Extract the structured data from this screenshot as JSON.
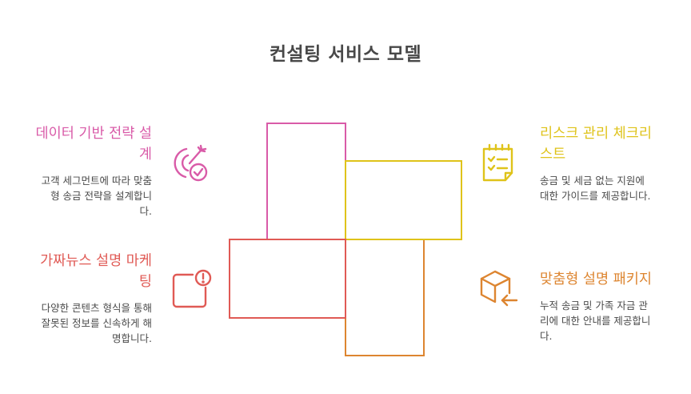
{
  "title": "컨설팅 서비스 모델",
  "colors": {
    "pink": "#D95BA8",
    "yellow": "#DFC31A",
    "red": "#E05A55",
    "orange": "#DD8530",
    "text": "#4a4a4a"
  },
  "items": [
    {
      "position": "top-left",
      "heading": "데이터 기반 전략 설계",
      "heading_lines": [
        "데이터 기반 전략 설",
        "계"
      ],
      "description": "고객 세그먼트에 따라 맞춤형 송금 전략을 설계합니다.",
      "description_lines": [
        "고객 세그먼트에 따라 맞춤",
        "형 송금 전략을 설계합니",
        "다."
      ],
      "icon": "target-check-icon",
      "color": "#D95BA8"
    },
    {
      "position": "top-right",
      "heading": "리스크 관리 체크리스트",
      "heading_lines": [
        "리스크 관리 체크리",
        "스트"
      ],
      "description": "송금 및 세금 없는 지원에 대한 가이드를 제공합니다.",
      "description_lines": [
        "송금 및 세금 없는 지원에",
        "대한 가이드를 제공합니다."
      ],
      "icon": "checklist-notepad-icon",
      "color": "#DFC31A"
    },
    {
      "position": "bottom-left",
      "heading": "가짜뉴스 설명 마케팅",
      "heading_lines": [
        "가짜뉴스 설명 마케",
        "팅"
      ],
      "description": "다양한 콘텐츠 형식을 통해 잘못된 정보를 신속하게 해명합니다.",
      "description_lines": [
        "다양한 콘텐츠 형식을 통해",
        "잘못된 정보를 신속하게 해",
        "명합니다."
      ],
      "icon": "alert-square-icon",
      "color": "#E05A55"
    },
    {
      "position": "bottom-right",
      "heading": "맞춤형 설명 패키지",
      "heading_lines": [
        "맞춤형 설명 패키지"
      ],
      "description": "누적 송금 및 가족 자금 관리에 대한 안내를 제공합니다.",
      "description_lines": [
        "누적 송금 및 가족 자금 관",
        "리에 대한 안내를 제공합니",
        "다."
      ],
      "icon": "package-arrow-icon",
      "color": "#DD8530"
    }
  ]
}
